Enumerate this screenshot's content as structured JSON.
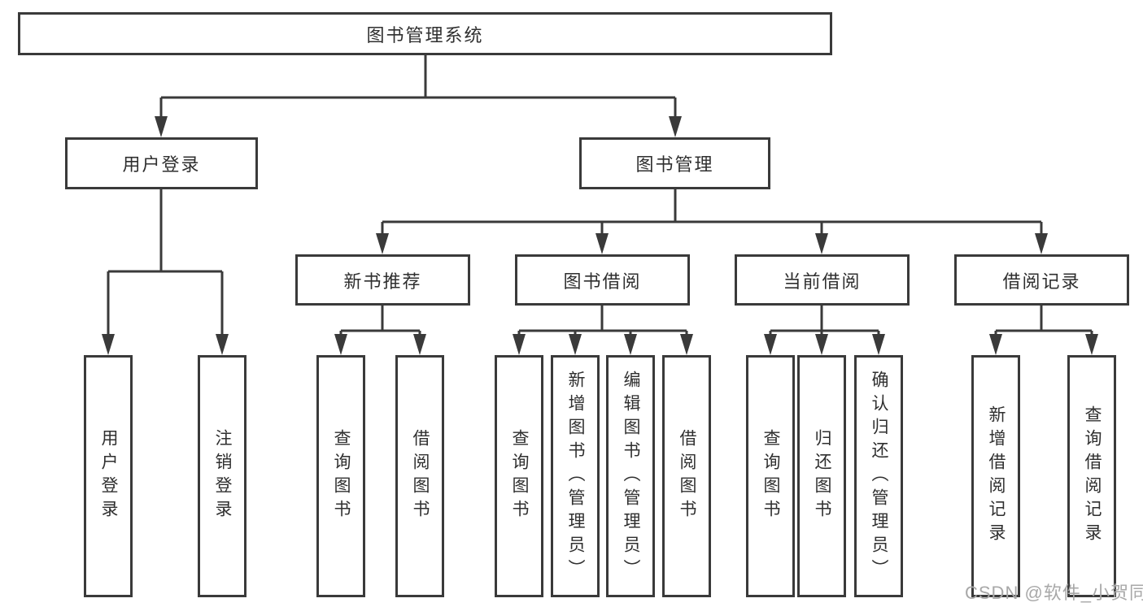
{
  "diagram": {
    "type": "hierarchy-tree",
    "colors": {
      "line": "#3a3a3a",
      "node_border": "#3a3a3a",
      "node_fill": "#ffffff",
      "text": "#2f2f2f",
      "watermark": "#a8a8a8"
    },
    "tree": {
      "root": {
        "label": "图书管理系统"
      },
      "children": [
        {
          "label": "用户登录",
          "children": [
            {
              "label": "用户登录"
            },
            {
              "label": "注销登录"
            }
          ]
        },
        {
          "label": "图书管理",
          "children": [
            {
              "label": "新书推荐",
              "children": [
                {
                  "label": "查询图书"
                },
                {
                  "label": "借阅图书"
                }
              ]
            },
            {
              "label": "图书借阅",
              "children": [
                {
                  "label": "查询图书"
                },
                {
                  "label": "新增图书（管理员）"
                },
                {
                  "label": "编辑图书（管理员）"
                },
                {
                  "label": "借阅图书"
                }
              ]
            },
            {
              "label": "当前借阅",
              "children": [
                {
                  "label": "查询图书"
                },
                {
                  "label": "归还图书"
                },
                {
                  "label": "确认归还（管理员）"
                }
              ]
            },
            {
              "label": "借阅记录",
              "children": [
                {
                  "label": "新增借阅记录"
                },
                {
                  "label": "查询借阅记录"
                }
              ]
            }
          ]
        }
      ]
    },
    "watermark": {
      "text": "CSDN @软件_小贺同学"
    }
  }
}
